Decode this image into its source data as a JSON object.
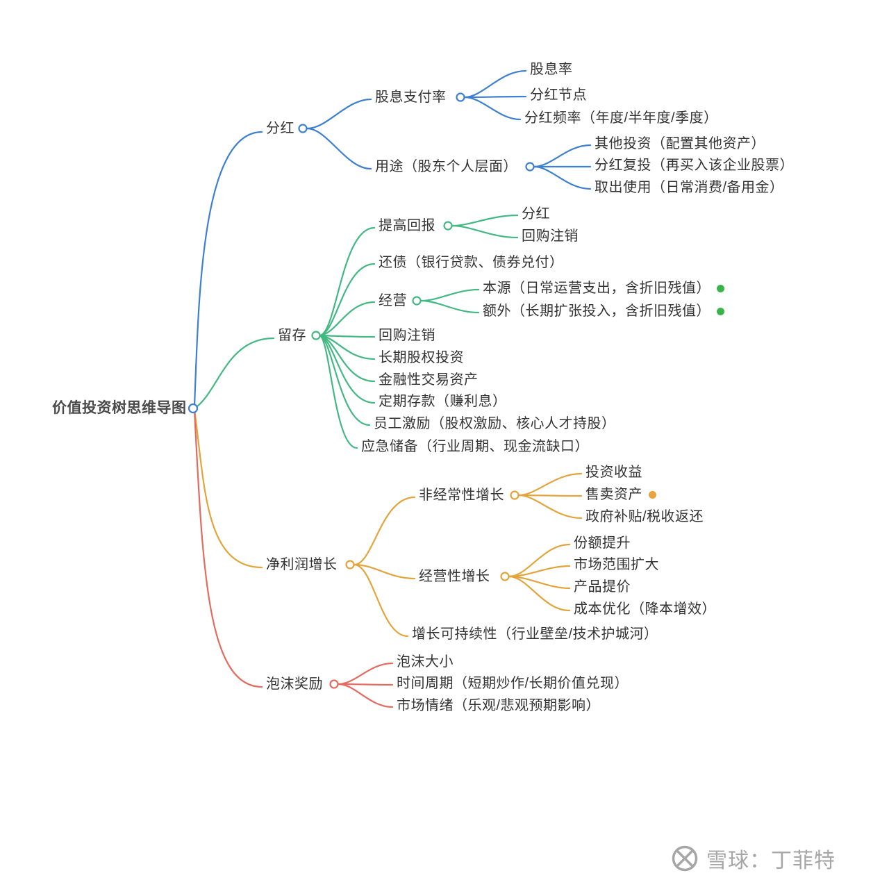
{
  "colors": {
    "branch_blue": "#3d7fd0",
    "branch_green": "#43b883",
    "branch_orange": "#e2a43b",
    "branch_red": "#e46a5f",
    "marker_green": "#3bb54a",
    "marker_orange": "#e8a33d",
    "text": "#333333",
    "watermark_gray": "#a6a6a6"
  },
  "tree": {
    "root": "价值投资树思维导图",
    "branches": [
      {
        "label": "分红",
        "color": "#3d7fd0",
        "children": [
          {
            "label": "股息支付率",
            "children": [
              {
                "label": "股息率"
              },
              {
                "label": "分红节点"
              },
              {
                "label": "分红频率（年度/半年度/季度）"
              }
            ]
          },
          {
            "label": "用途（股东个人层面）",
            "children": [
              {
                "label": "其他投资（配置其他资产）"
              },
              {
                "label": "分红复投（再买入该企业股票）"
              },
              {
                "label": "取出使用（日常消费/备用金）"
              }
            ]
          }
        ]
      },
      {
        "label": "留存",
        "color": "#43b883",
        "children": [
          {
            "label": "提高回报",
            "children": [
              {
                "label": "分红"
              },
              {
                "label": "回购注销"
              }
            ]
          },
          {
            "label": "还债（银行贷款、债券兑付）"
          },
          {
            "label": "经营",
            "children": [
              {
                "label": "本源（日常运营支出，含折旧残值）",
                "marker": "green"
              },
              {
                "label": "额外（长期扩张投入，含折旧残值）",
                "marker": "green"
              }
            ]
          },
          {
            "label": "回购注销"
          },
          {
            "label": "长期股权投资"
          },
          {
            "label": "金融性交易资产"
          },
          {
            "label": "定期存款（赚利息）"
          },
          {
            "label": "员工激励（股权激励、核心人才持股）"
          },
          {
            "label": "应急储备（行业周期、现金流缺口）"
          }
        ]
      },
      {
        "label": "净利润增长",
        "color": "#e2a43b",
        "children": [
          {
            "label": "非经常性增长",
            "children": [
              {
                "label": "投资收益"
              },
              {
                "label": "售卖资产",
                "marker": "orange"
              },
              {
                "label": "政府补贴/税收返还"
              }
            ]
          },
          {
            "label": "经营性增长",
            "children": [
              {
                "label": "份额提升"
              },
              {
                "label": "市场范围扩大"
              },
              {
                "label": "产品提价"
              },
              {
                "label": "成本优化（降本增效）"
              }
            ]
          },
          {
            "label": "增长可持续性（行业壁垒/技术护城河）"
          }
        ]
      },
      {
        "label": "泡沫奖励",
        "color": "#e46a5f",
        "children": [
          {
            "label": "泡沫大小"
          },
          {
            "label": "时间周期（短期炒作/长期价值兑现）"
          },
          {
            "label": "市场情绪（乐观/悲观预期影响）"
          }
        ]
      }
    ]
  },
  "watermark": {
    "text": "雪球：丁菲特"
  }
}
